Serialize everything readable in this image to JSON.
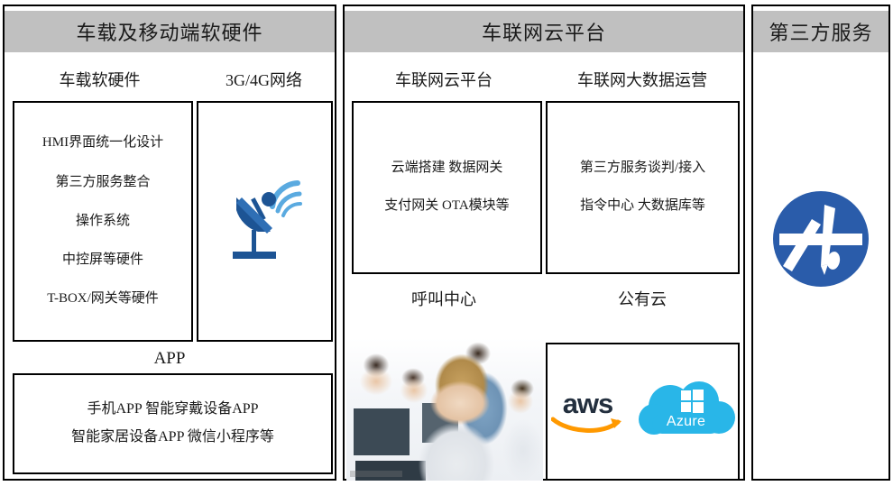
{
  "colors": {
    "header_band": "#c0c0c0",
    "border": "#000000",
    "background": "#ffffff",
    "dish_dark_blue": "#1d5494",
    "dish_light_blue": "#5aaae0",
    "appstore_blue": "#2a5caa",
    "aws_dark": "#232f3e",
    "aws_orange": "#f90",
    "azure_cyan": "#29b6e8"
  },
  "columns": [
    {
      "id": "vehicle",
      "header": "车载及移动端软硬件",
      "sub_labels": [
        {
          "id": "vehicle-sw-hw",
          "text": "车载软硬件"
        },
        {
          "id": "network",
          "text": "3G/4G网络"
        },
        {
          "id": "app",
          "text": "APP"
        }
      ],
      "vehicle_sw_items": [
        "HMI界面统一化设计",
        "第三方服务整合",
        "操作系统",
        "中控屏等硬件",
        "T-BOX/网关等硬件"
      ],
      "network_icon": "satellite-dish-icon",
      "app_items": [
        "手机APP  智能穿戴设备APP",
        "智能家居设备APP  微信小程序等"
      ]
    },
    {
      "id": "cloud",
      "header": "车联网云平台",
      "sub_labels": [
        {
          "id": "cloud-platform",
          "text": "车联网云平台"
        },
        {
          "id": "big-data",
          "text": "车联网大数据运营"
        },
        {
          "id": "call-center",
          "text": "呼叫中心"
        },
        {
          "id": "public-cloud",
          "text": "公有云"
        }
      ],
      "cloud_platform_items": [
        "云端搭建  数据网关",
        "支付网关  OTA模块等"
      ],
      "big_data_items": [
        "第三方服务谈判/接入",
        "指令中心   大数据库等"
      ],
      "call_center_photo": "call-center-photo",
      "public_cloud_logos": [
        {
          "id": "aws",
          "word": "aws"
        },
        {
          "id": "azure",
          "word": "Azure"
        }
      ]
    },
    {
      "id": "third-party",
      "header": "第三方服务",
      "icon": "app-store-icon"
    }
  ]
}
